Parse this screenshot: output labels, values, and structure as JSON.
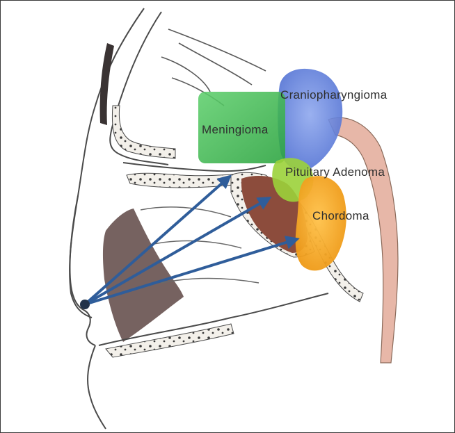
{
  "labels": {
    "meningioma": "Meningioma",
    "craniopharyngioma": "Craniopharyngioma",
    "pituitary_adenoma": "Pituitary Adenoma",
    "chordoma": "Chordoma"
  },
  "colors": {
    "meningioma": "#38b54a",
    "craniopharyngioma": "#5a78d8",
    "pituitary_adenoma": "#9bd23a",
    "chordoma": "#f2a11f",
    "arrow": "#2f5d9a",
    "skin_line": "#4a4a4a",
    "dark_tissue": "#6a5552",
    "sinus_tissue": "#8c4c3c",
    "posterior_tissue": "#e7b7a8"
  }
}
